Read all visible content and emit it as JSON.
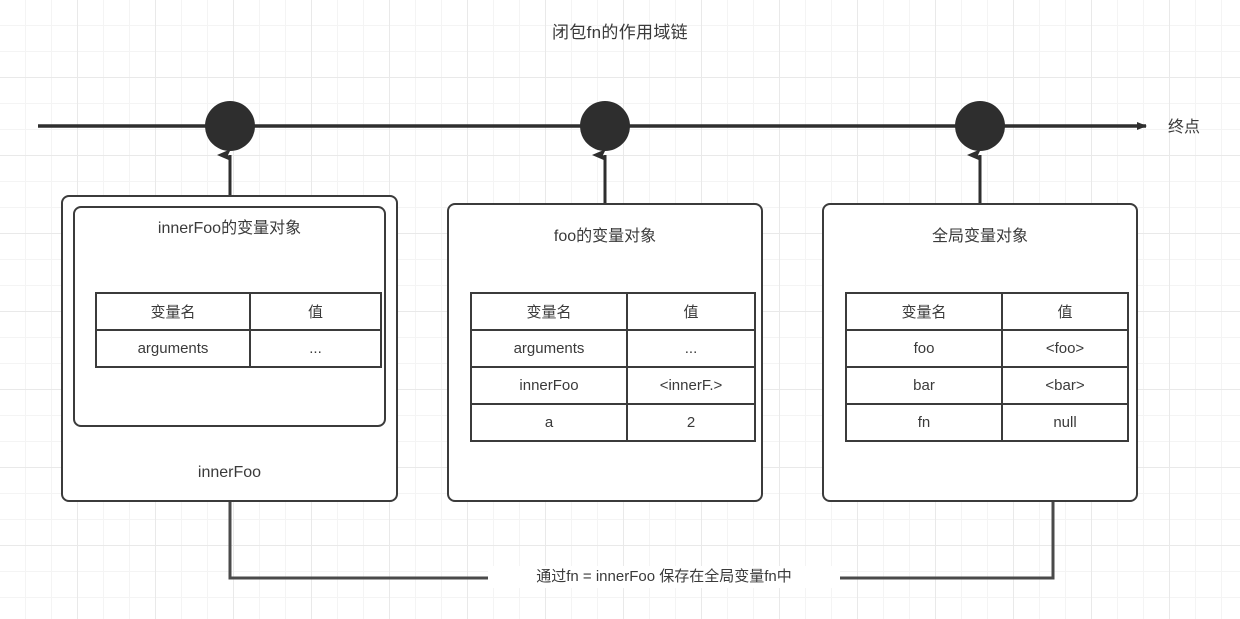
{
  "title": "闭包fn的作用域链",
  "timeline": {
    "end_label": "终点",
    "markers": [
      "marker-innerfoo",
      "marker-foo",
      "marker-global"
    ]
  },
  "table_headers": {
    "name": "变量名",
    "value": "值"
  },
  "scopes": [
    {
      "id": "innerfoo",
      "vo_title": "innerFoo的变量对象",
      "frame_label": "innerFoo",
      "rows": [
        {
          "name": "arguments",
          "value": "..."
        }
      ]
    },
    {
      "id": "foo",
      "vo_title": "foo的变量对象",
      "frame_label": "",
      "rows": [
        {
          "name": "arguments",
          "value": "..."
        },
        {
          "name": "innerFoo",
          "value": "<innerF.>"
        },
        {
          "name": "a",
          "value": "2"
        }
      ]
    },
    {
      "id": "global",
      "vo_title": "全局变量对象",
      "frame_label": "",
      "rows": [
        {
          "name": "foo",
          "value": "<foo>"
        },
        {
          "name": "bar",
          "value": "<bar>"
        },
        {
          "name": "fn",
          "value": "null"
        }
      ]
    }
  ],
  "bottom_caption": "通过fn = innerFoo 保存在全局变量fn中",
  "colors": {
    "stroke": "#3b3b3b",
    "marker_fill": "#2e2e2e",
    "text": "#3a3a3a",
    "grid_minor": "#f4f4f4",
    "grid_major": "#e9e9e9",
    "background": "#ffffff"
  }
}
